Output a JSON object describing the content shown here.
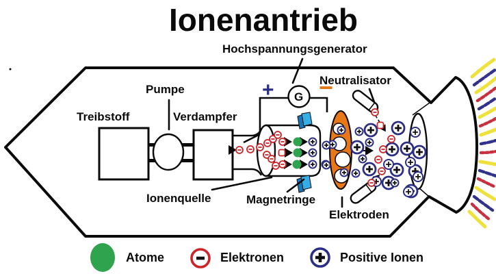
{
  "title": "Ionenantrieb",
  "labels": {
    "hochspannungsgenerator": "Hochspannungsgenerator",
    "neutralisator": "Neutralisator",
    "pumpe": "Pumpe",
    "treibstoff": "Treibstoff",
    "verdampfer": "Verdampfer",
    "ionenquelle": "Ionenquelle",
    "magnetringe": "Magnetringe",
    "elektroden": "Elektroden"
  },
  "generator": {
    "label": "G",
    "plus_terminal": "+",
    "minus_terminal": "−"
  },
  "legend": {
    "atoms": "Atome",
    "electrons": "Elektronen",
    "positive_ions": "Positive Ionen"
  },
  "colors": {
    "atom_green": "#2fa34d",
    "electron_red": "#cc2429",
    "ion_navy": "#2b2e83",
    "sign_black": "#111111",
    "electrode_orange": "#e87817",
    "magnet_blue": "#35aee6",
    "magnet_dark_blue": "#1777b8",
    "terminal_plus_blue": "#2b2e83",
    "terminal_minus_orange": "#e07818",
    "exhaust_yellow": "#efe13c",
    "exhaust_blue": "#32328c",
    "exhaust_red": "#c83040"
  },
  "particles": {
    "atoms": [
      [
        435,
        207
      ],
      [
        435,
        223
      ],
      [
        434,
        240
      ]
    ],
    "electrons": [
      [
        350,
        219
      ],
      [
        366,
        218
      ],
      [
        380,
        215
      ],
      [
        391,
        209
      ],
      [
        390,
        226
      ],
      [
        399,
        203
      ],
      [
        406,
        197
      ],
      [
        397,
        232
      ],
      [
        403,
        242
      ],
      [
        413,
        207
      ],
      [
        413,
        240
      ],
      [
        548,
        164
      ],
      [
        572,
        203
      ],
      [
        560,
        218
      ],
      [
        553,
        233
      ],
      [
        558,
        250
      ],
      [
        543,
        267
      ]
    ],
    "electron_squares": [
      [
        412,
        223
      ],
      [
        556,
        183
      ]
    ],
    "ions_large": [
      [
        542,
        190
      ],
      [
        582,
        187
      ],
      [
        522,
        215
      ],
      [
        573,
        218
      ],
      [
        595,
        217
      ],
      [
        540,
        247
      ],
      [
        580,
        248
      ],
      [
        613,
        222
      ],
      [
        568,
        267
      ],
      [
        607,
        250
      ],
      [
        601,
        279
      ]
    ],
    "ions_medium": [
      [
        568,
        240
      ],
      [
        550,
        265
      ],
      [
        607,
        193
      ],
      [
        600,
        237
      ],
      [
        611,
        258
      ],
      [
        597,
        280
      ]
    ],
    "ions_small": [
      [
        525,
        192
      ],
      [
        540,
        208
      ],
      [
        530,
        232
      ],
      [
        520,
        253
      ],
      [
        577,
        267
      ],
      [
        499,
        190
      ],
      [
        486,
        211
      ],
      [
        476,
        240
      ],
      [
        503,
        252
      ],
      [
        477,
        212
      ],
      [
        477,
        241
      ],
      [
        457,
        207
      ],
      [
        457,
        223
      ],
      [
        457,
        240
      ]
    ]
  }
}
